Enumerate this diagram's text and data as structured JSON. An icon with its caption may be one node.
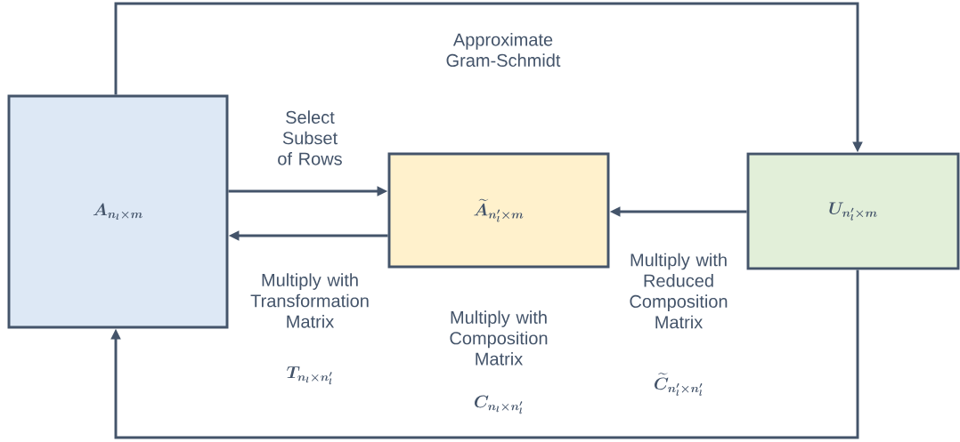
{
  "diagram": {
    "nodes": [
      {
        "text": [
          "A_{n_l\\times m}"
        ]
      },
      {
        "text": [
          "\\widetilde{A}_{n_l'\\times m}"
        ]
      },
      {
        "text": [
          "U_{n_l'\\times m}"
        ]
      }
    ],
    "edges": [
      {
        "from": 0,
        "to": 1,
        "arrow": "to",
        "label": "Select Subset of Rows"
      },
      {
        "from": 1,
        "to": 0,
        "arrow": "to",
        "label": "Multiply with Transformation Matrix"
      },
      {
        "from": 0,
        "to": 2,
        "arrow": "to",
        "label": "Approximate Gram-Schmidt"
      },
      {
        "from": 2,
        "to": 1,
        "arrow": "to",
        "label": "Multiply with Reduced Composition Matrix"
      },
      {
        "from": 2,
        "to": 0,
        "arrow": "to",
        "label": "Multiply with Composition Matrix"
      }
    ],
    "labels": [
      "T_{n_l\\times n_l'}",
      "C_{n_l\\times n_l'}",
      "\\widetilde{C}_{n_l'\\times n_l'}"
    ]
  }
}
